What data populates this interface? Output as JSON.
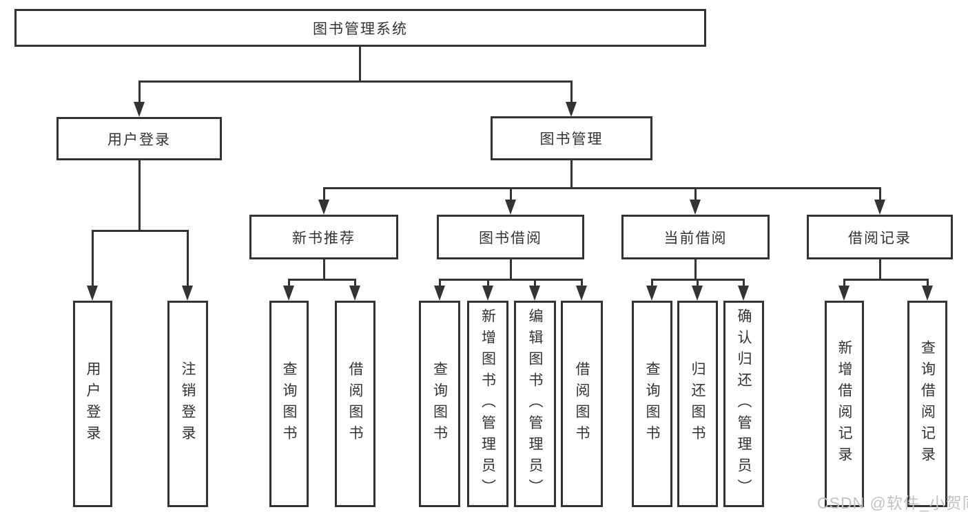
{
  "colors": {
    "line": "#333333",
    "text": "#333333",
    "box_background": "#ffffff",
    "page_background": "#ffffff",
    "watermark": "#c2c2c2"
  },
  "watermark": "CSDN @软件_小贺同学",
  "diagram": {
    "root": "图书管理系统",
    "level1": [
      {
        "label": "用户登录",
        "leaves": [
          "用户登录",
          "注销登录"
        ]
      },
      {
        "label": "图书管理",
        "groups": [
          {
            "label": "新书推荐",
            "leaves": [
              "查询图书",
              "借阅图书"
            ]
          },
          {
            "label": "图书借阅",
            "leaves": [
              "查询图书",
              "新增图书（管理员）",
              "编辑图书（管理员）",
              "借阅图书"
            ]
          },
          {
            "label": "当前借阅",
            "leaves": [
              "查询图书",
              "归还图书",
              "确认归还（管理员）"
            ]
          },
          {
            "label": "借阅记录",
            "leaves": [
              "新增借阅记录",
              "查询借阅记录"
            ]
          }
        ]
      }
    ]
  }
}
